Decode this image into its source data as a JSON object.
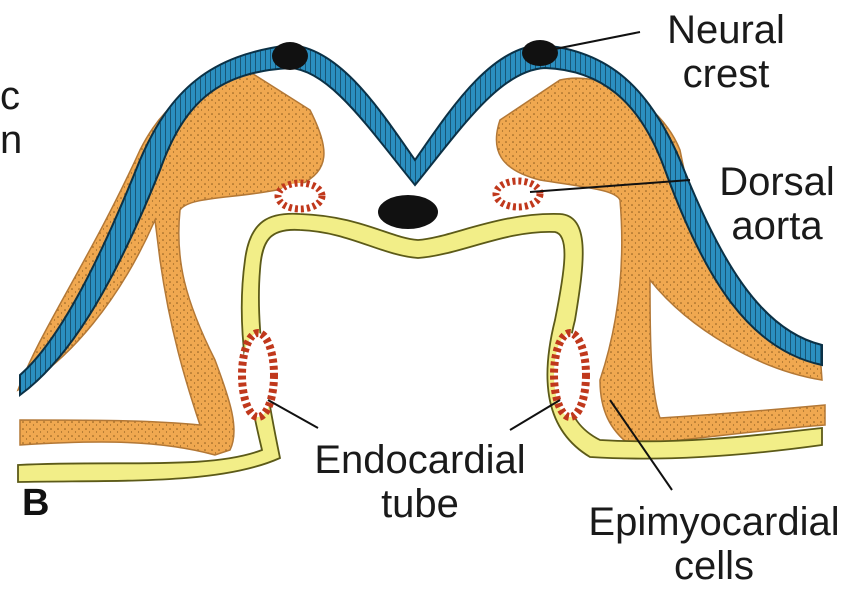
{
  "panel_letter": "B",
  "edge_text": [
    "c",
    "n"
  ],
  "labels": {
    "neural_crest": [
      "Neural",
      "crest"
    ],
    "dorsal_aorta": [
      "Dorsal",
      "aorta"
    ],
    "endocardial_tube": [
      "Endocardial",
      "tube"
    ],
    "epimyocardial_cells": [
      "Epimyocardial",
      "cells"
    ]
  },
  "colors": {
    "ectoderm": "#2b8fc0",
    "mesoderm": "#f0a850",
    "endoderm": "#f2ee88",
    "vessel": "#c0381c",
    "notochord": "#111111"
  }
}
